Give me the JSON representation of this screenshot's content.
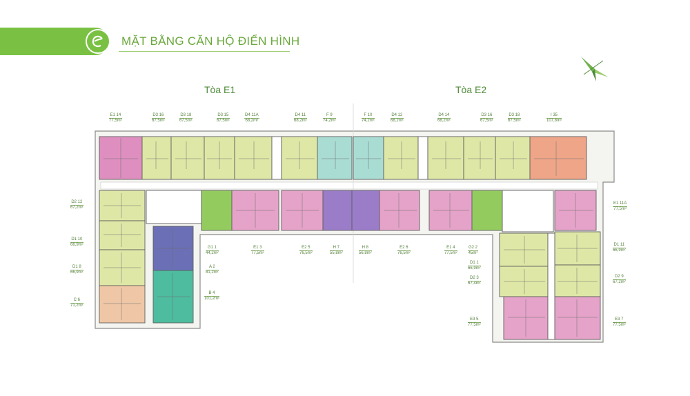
{
  "header": {
    "title": "MẶT BẰNG CĂN HỘ ĐIỂN HÌNH",
    "accent": "#7ac143"
  },
  "towers": [
    {
      "name": "Tòa E1"
    },
    {
      "name": "Tòa E2"
    }
  ],
  "colors": {
    "yellow": "#dfe7a6",
    "pink": "#e5a3c9",
    "cyan": "#a9dcd3",
    "purple": "#9a7cc8",
    "green": "#94cb5e",
    "navy": "#6b6fb6",
    "teal": "#4dbc9f",
    "orange": "#eea588",
    "peach": "#efc7a6",
    "magenta": "#de8fc0",
    "corridor": "#ffffff",
    "outline": "#5e5e5e"
  },
  "labels": [
    {
      "code": "E1 14",
      "area": "77,5m²"
    },
    {
      "code": "D3 16",
      "area": "67,5m²"
    },
    {
      "code": "D3 18",
      "area": "67,5m²"
    },
    {
      "code": "D3 15",
      "area": "67,5m²"
    },
    {
      "code": "D4 11A",
      "area": "68,2m²"
    },
    {
      "code": "D4 11",
      "area": "68,2m²"
    },
    {
      "code": "F 9",
      "area": "74,2m²"
    },
    {
      "code": "F 10",
      "area": "74,2m²"
    },
    {
      "code": "D4 12",
      "area": "68,2m²"
    },
    {
      "code": "D4 14",
      "area": "68,2m²"
    },
    {
      "code": "D3 16",
      "area": "67,5m²"
    },
    {
      "code": "D3 18",
      "area": "67,5m²"
    },
    {
      "code": "I 35",
      "area": "107,8m²"
    },
    {
      "code": "D2 12",
      "area": "67,2m²"
    },
    {
      "code": "D1 10",
      "area": "66,9m²"
    },
    {
      "code": "D1 8",
      "area": "66,9m²"
    },
    {
      "code": "C 6",
      "area": "71,2m²"
    },
    {
      "code": "G1 1",
      "area": "44,2m²"
    },
    {
      "code": "A 2",
      "area": "81,2m²"
    },
    {
      "code": "B 4",
      "area": "101,2m²"
    },
    {
      "code": "E1 3",
      "area": "77,5m²"
    },
    {
      "code": "E2 5",
      "area": "76,5m²"
    },
    {
      "code": "H 7",
      "area": "55,8m²"
    },
    {
      "code": "H 8",
      "area": "56,8m²"
    },
    {
      "code": "E2 6",
      "area": "76,5m²"
    },
    {
      "code": "E1 4",
      "area": "77,5m²"
    },
    {
      "code": "G2 2",
      "area": "45m²"
    },
    {
      "code": "D1 1",
      "area": "66,9m²"
    },
    {
      "code": "D2 3",
      "area": "67,4m²"
    },
    {
      "code": "E3 5",
      "area": "77,5m²"
    },
    {
      "code": "E1 11A",
      "area": "77,5m²"
    },
    {
      "code": "D1 11",
      "area": "66,9m²"
    },
    {
      "code": "D2 9",
      "area": "67,2m²"
    },
    {
      "code": "E3 7",
      "area": "77,5m²"
    }
  ]
}
